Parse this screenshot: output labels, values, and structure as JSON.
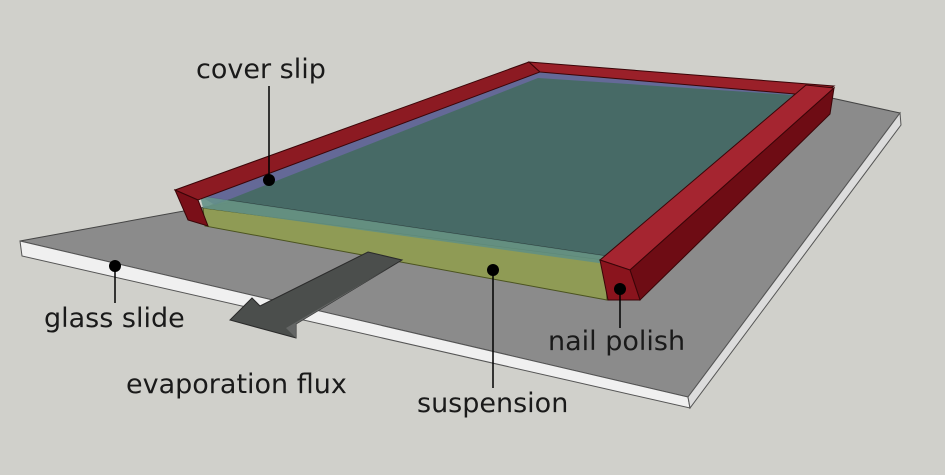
{
  "labels": {
    "cover_slip": "cover slip",
    "glass_slide": "glass slide",
    "nail_polish": "nail polish",
    "evaporation_flux": "evaporation flux",
    "suspension": "suspension"
  },
  "colors": {
    "background": "#d0d0cb",
    "glass_slide_top": "#8a8a8a",
    "glass_slide_edge": "#f2f2f2",
    "nail_polish": "#7a0f18",
    "suspension": "#8e9a52",
    "cover_slip": "#4a6f6a",
    "arrow": "#4a4d4c"
  }
}
